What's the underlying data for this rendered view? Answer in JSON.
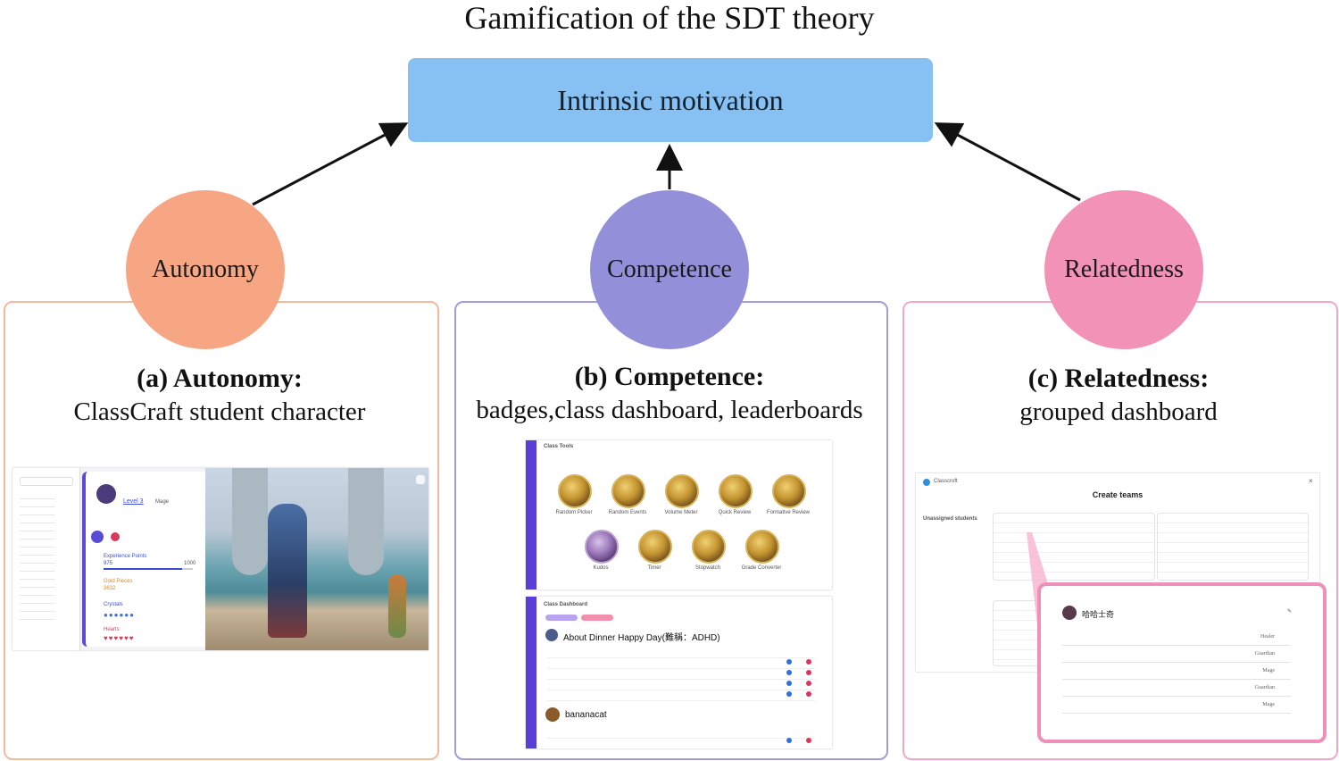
{
  "title": "Gamification of the SDT theory",
  "top_box": {
    "label": "Intrinsic motivation",
    "color": "#87c0f3"
  },
  "needs": [
    {
      "label": "Autonomy",
      "color": "#f6a683"
    },
    {
      "label": "Competence",
      "color": "#9390d9"
    },
    {
      "label": "Relatedness",
      "color": "#f192b6"
    }
  ],
  "panels": [
    {
      "heading": "(a) Autonomy:",
      "subtitle": "ClassCraft student character",
      "border_color": "#f3b99a"
    },
    {
      "heading": "(b)  Competence:",
      "subtitle": "badges,class dashboard, leaderboards",
      "border_color": "#a69ad8"
    },
    {
      "heading": "(c) Relatedness:",
      "subtitle": "grouped dashboard",
      "border_color": "#f2a8c4"
    }
  ],
  "screenshots": {
    "autonomy": {
      "level_link": "Level 3",
      "class": "Mage",
      "stats": [
        "Experience Points",
        "Gold Pieces",
        "Crystals",
        "Hearts"
      ],
      "xp_value": "975",
      "xp_max": "1000",
      "gold_value": "3632"
    },
    "competence_tools": {
      "header": "Class Tools",
      "badges": [
        "Random Picker",
        "Random Events",
        "Volume Meter",
        "Quick Review",
        "Formative Review",
        "Kudos",
        "Timer",
        "Stopwatch",
        "Grade Converter"
      ]
    },
    "competence_dashboard": {
      "header": "Class Dashboard",
      "team_one": "About Dinner Happy Day(難稱：ADHD)",
      "team_two": "bananacat"
    },
    "relatedness": {
      "app": "Classcroft",
      "heading": "Create teams",
      "unassigned": "Unassigned students",
      "team_name": "哈哈士奇",
      "roles": [
        "Healer",
        "Guardian",
        "Mage",
        "Guardian",
        "Mage"
      ]
    }
  }
}
